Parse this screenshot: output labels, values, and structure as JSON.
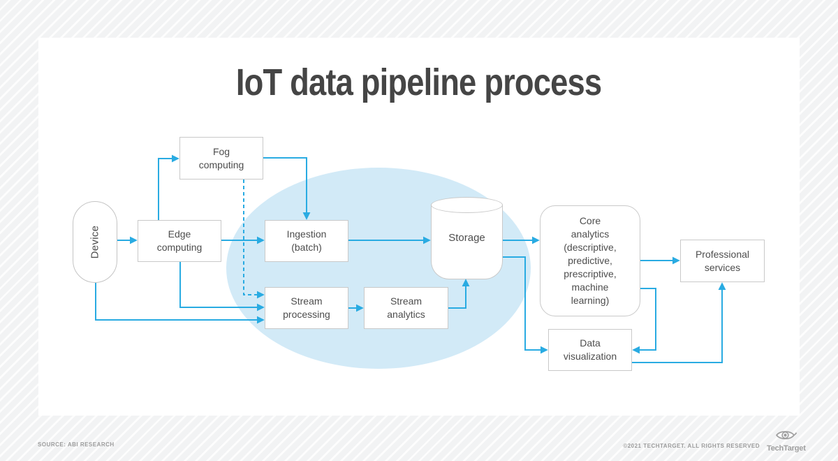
{
  "title": "IoT data pipeline process",
  "diagram": {
    "nodes": {
      "device": {
        "label": "Device",
        "shape": "stadium"
      },
      "fog_computing": {
        "label": "Fog\ncomputing",
        "shape": "rect"
      },
      "edge_computing": {
        "label": "Edge\ncomputing",
        "shape": "rect"
      },
      "ingestion_batch": {
        "label": "Ingestion\n(batch)",
        "shape": "rect"
      },
      "stream_processing": {
        "label": "Stream\nprocessing",
        "shape": "rect"
      },
      "stream_analytics": {
        "label": "Stream\nanalytics",
        "shape": "rect"
      },
      "storage": {
        "label": "Storage",
        "shape": "cylinder"
      },
      "core_analytics": {
        "label": "Core\nanalytics\n(descriptive,\npredictive,\nprescriptive,\nmachine\nlearning)",
        "shape": "rounded-rect"
      },
      "data_visualization": {
        "label": "Data\nvisualization",
        "shape": "rect"
      },
      "professional_services": {
        "label": "Professional\nservices",
        "shape": "rect"
      }
    },
    "edges": [
      {
        "from": "device",
        "to": "edge_computing",
        "style": "solid"
      },
      {
        "from": "edge_computing",
        "to": "fog_computing",
        "style": "solid"
      },
      {
        "from": "fog_computing",
        "to": "ingestion_batch",
        "style": "solid"
      },
      {
        "from": "fog_computing",
        "to": "stream_processing",
        "style": "dashed"
      },
      {
        "from": "edge_computing",
        "to": "ingestion_batch",
        "style": "solid"
      },
      {
        "from": "edge_computing",
        "to": "stream_processing",
        "style": "solid"
      },
      {
        "from": "device",
        "to": "stream_processing",
        "style": "solid"
      },
      {
        "from": "ingestion_batch",
        "to": "storage",
        "style": "solid"
      },
      {
        "from": "stream_processing",
        "to": "stream_analytics",
        "style": "solid"
      },
      {
        "from": "stream_analytics",
        "to": "storage",
        "style": "solid"
      },
      {
        "from": "storage",
        "to": "core_analytics",
        "style": "solid"
      },
      {
        "from": "storage",
        "to": "data_visualization",
        "style": "solid"
      },
      {
        "from": "core_analytics",
        "to": "professional_services",
        "style": "solid"
      },
      {
        "from": "core_analytics",
        "to": "data_visualization",
        "style": "solid"
      },
      {
        "from": "data_visualization",
        "to": "professional_services",
        "style": "solid"
      }
    ]
  },
  "footer": {
    "source": "SOURCE: ABI RESEARCH",
    "copyright": "©2021 TECHTARGET. ALL RIGHTS RESERVED",
    "brand": "TechTarget"
  },
  "colors": {
    "accent_blue": "#29abe2",
    "ellipse_fill": "#d2eaf7",
    "box_border": "#c9c9c9",
    "node_text": "#4d4d4d",
    "title_text": "#454545",
    "footer_text": "#9c9c9c",
    "background_stripe": "#f2f3f4"
  }
}
